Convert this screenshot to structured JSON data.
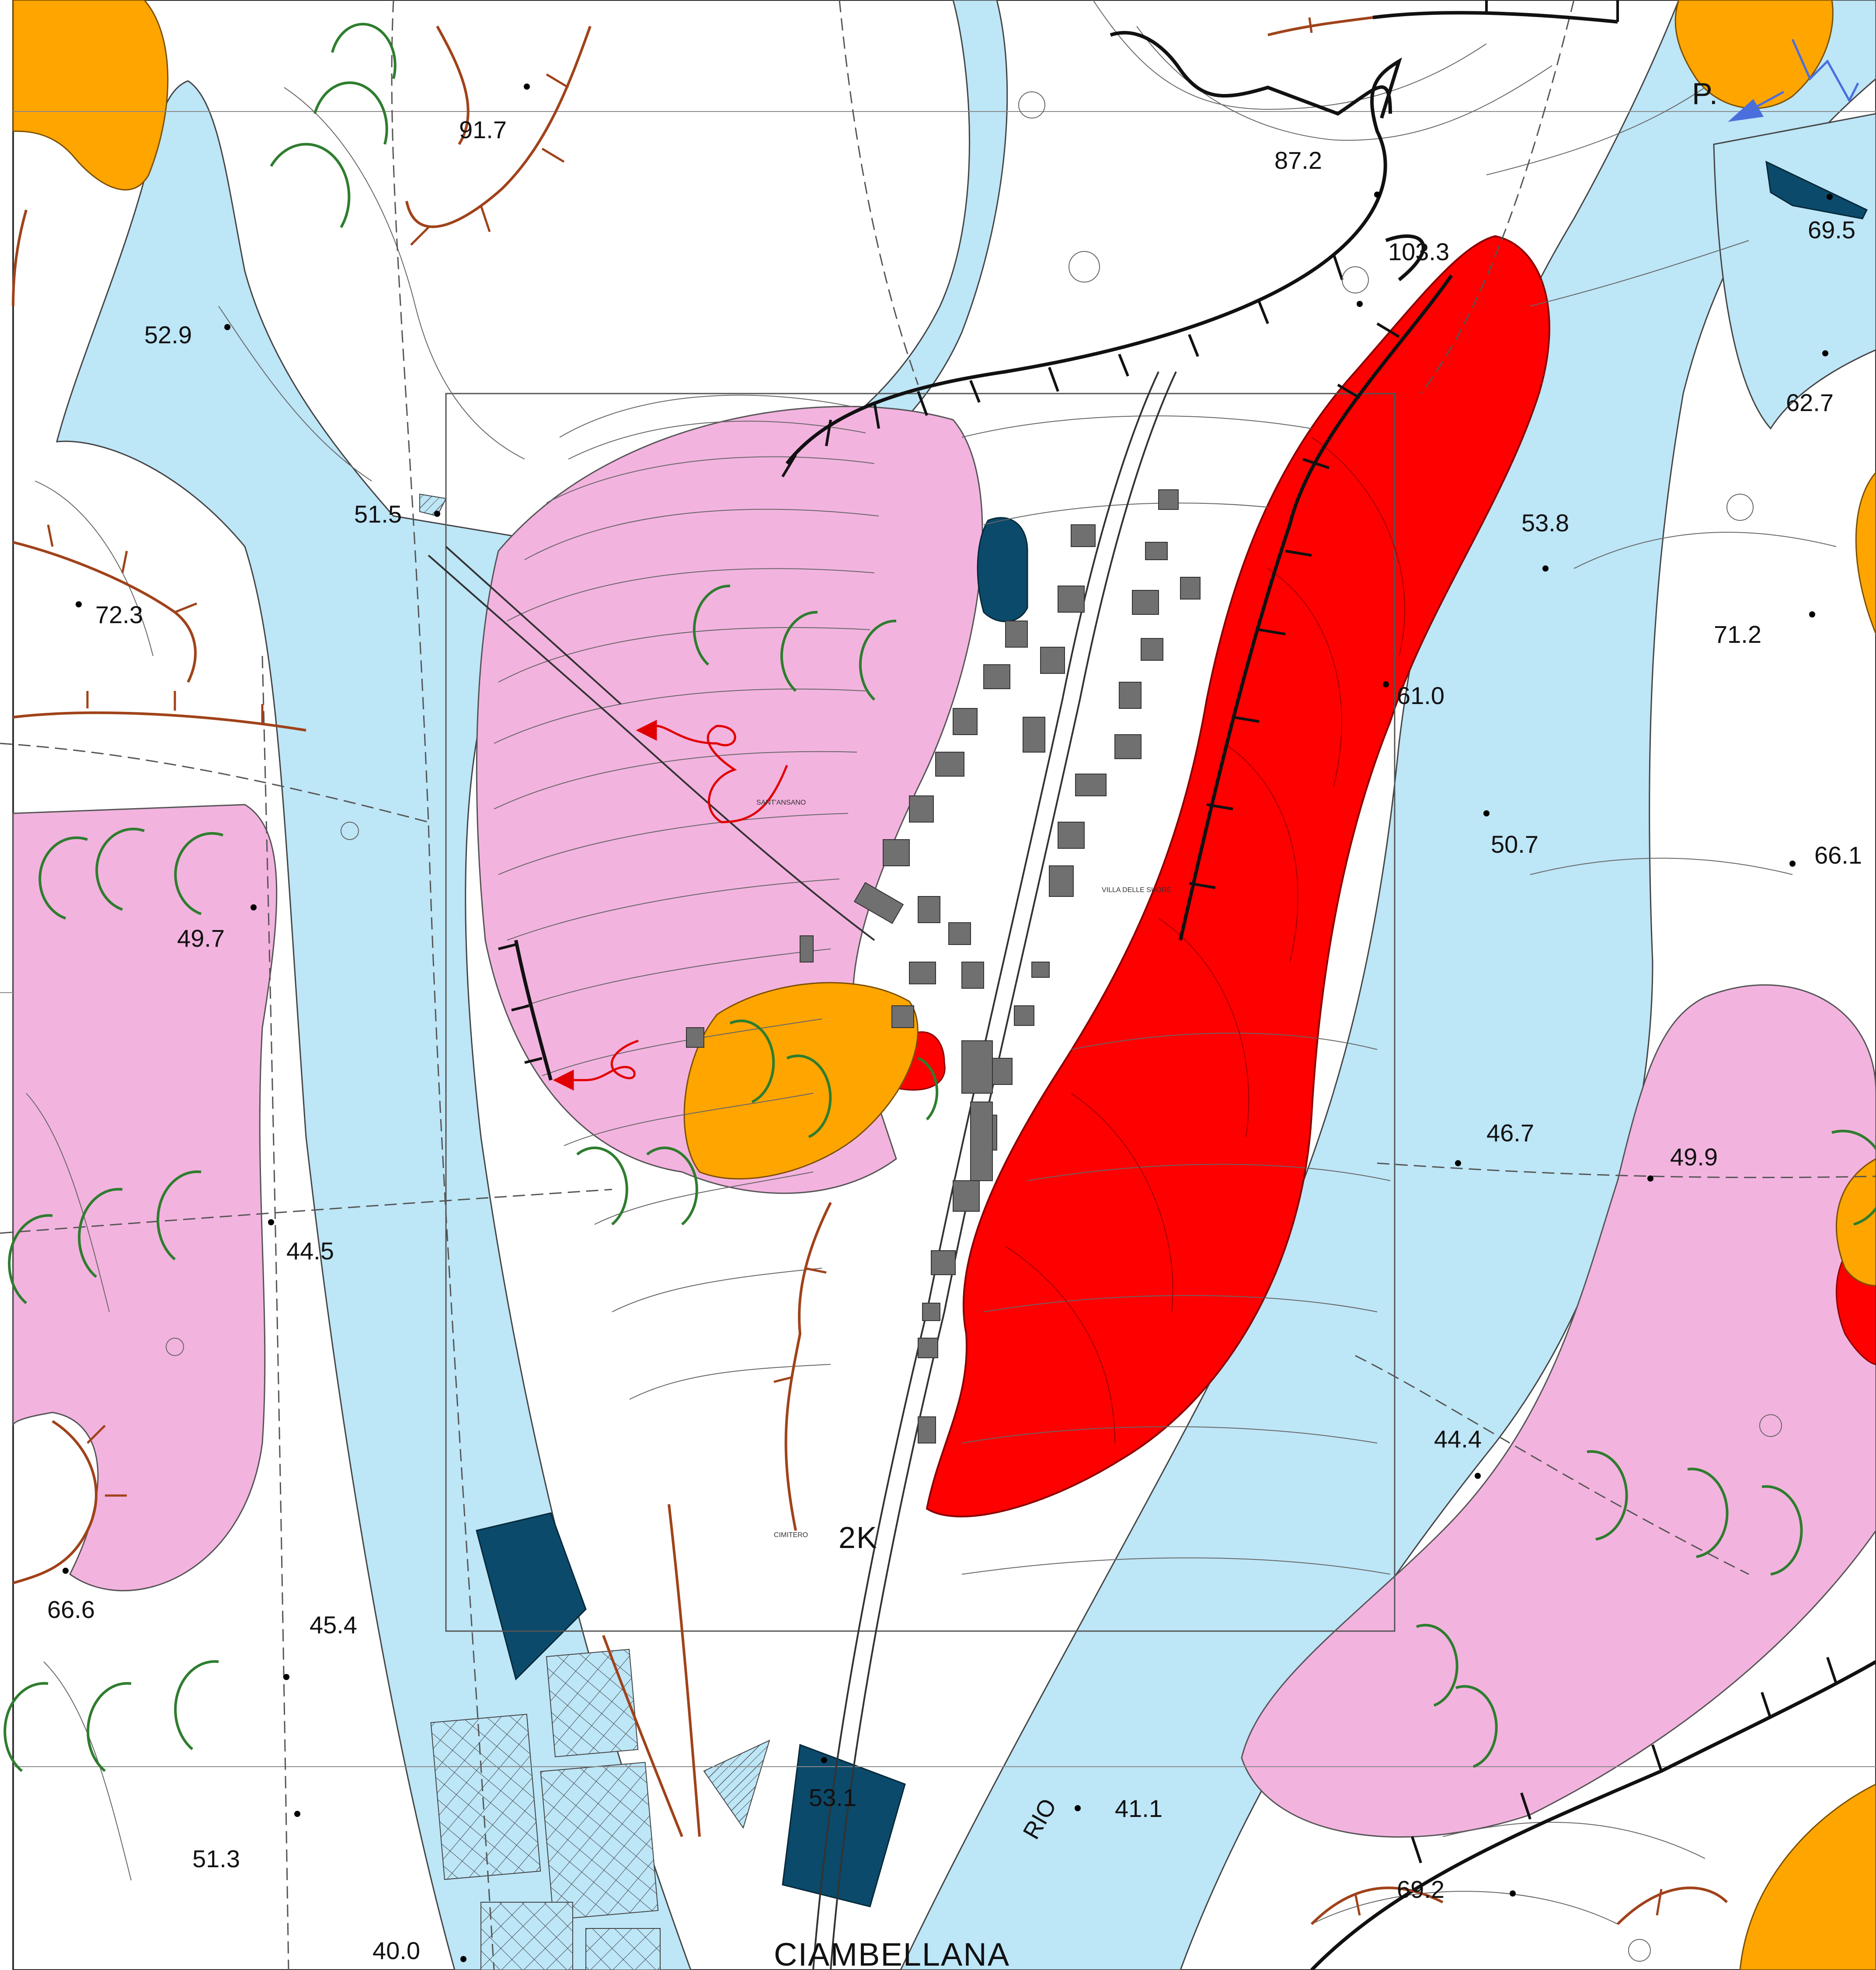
{
  "map": {
    "place_labels": {
      "sant_ansano": "SANT'ANSANO",
      "villa_delle_suore": "VILLA DELLE SUORE",
      "cimitero": "CIMITERO",
      "ciambellana": "CIAMBELLANA",
      "rio": "RIO",
      "p": "P.",
      "zone_2k": "2K"
    },
    "elevations": [
      "91.7",
      "87.2",
      "103.3",
      "69.5",
      "52.9",
      "62.7",
      "51.5",
      "53.8",
      "72.3",
      "71.2",
      "61.0",
      "50.7",
      "66.1",
      "49.7",
      "46.7",
      "49.9",
      "44.5",
      "44.4",
      "66.6",
      "45.4",
      "53.1",
      "41.1",
      "51.3",
      "69.2",
      "40.0"
    ],
    "legend_colors": {
      "alluvial": "#bde6f7",
      "landslide_pink": "#f3b3df",
      "landslide_red": "#ff0000",
      "orange_unit": "#ffa500",
      "dark_blue_unit": "#0b4a6b",
      "scarp_line": "#111111",
      "ridge_line": "#a0421a",
      "arc_symbol": "#2e7d2e"
    }
  }
}
